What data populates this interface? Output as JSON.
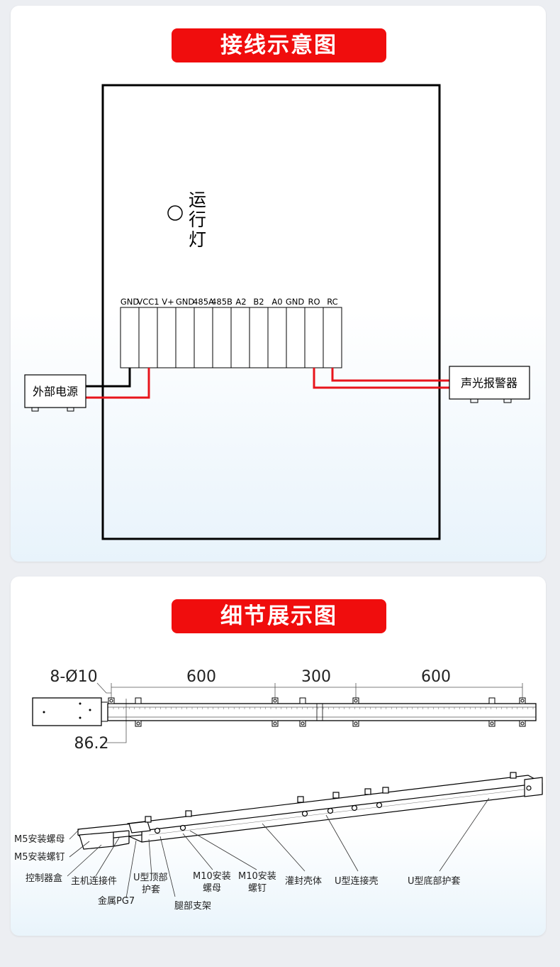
{
  "wiring_section": {
    "title": "接线示意图",
    "run_light_label": "运行灯",
    "terminals": [
      "GND",
      "VCC1",
      "V+",
      "GND",
      "485A",
      "485B",
      "A2",
      "B2",
      "A0",
      "GND",
      "RO",
      "RC"
    ],
    "power_box_label": "外部电源",
    "alarm_box_label": "声光报警器",
    "colors": {
      "black_wire": "#000000",
      "red_wire": "#e8141b",
      "banner": "#f00d0d"
    }
  },
  "detail_section": {
    "title": "细节展示图",
    "dimensions": {
      "holes": "8-Ø10",
      "span1": "600",
      "span2": "300",
      "span3": "600",
      "offset": "86.2"
    },
    "callouts": {
      "m5_nut": "M5安装螺母",
      "m5_screw": "M5安装螺钉",
      "control_box": "控制器盒",
      "host_connector": "主机连接件",
      "metal_pg7": "金属PG7",
      "u_top_cover_1": "U型顶部",
      "u_top_cover_2": "护套",
      "leg_bracket": "腿部支架",
      "m10_nut_1": "M10安装",
      "m10_nut_2": "螺母",
      "m10_screw_1": "M10安装",
      "m10_screw_2": "螺钉",
      "potting_shell": "灌封壳体",
      "u_connect_shell": "U型连接壳",
      "u_bottom_cover": "U型底部护套"
    }
  }
}
